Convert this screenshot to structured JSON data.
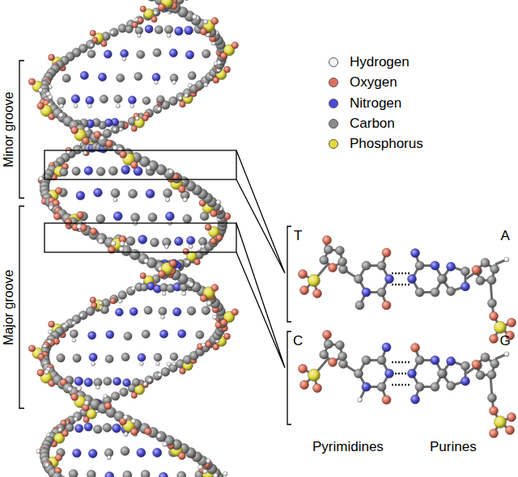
{
  "diagram": {
    "labels": [
      "Minor groove",
      "Major groove",
      "T",
      "A",
      "C",
      "G",
      "Pyrimidines",
      "Purines"
    ],
    "legend": [
      {
        "text": "Hydrogen",
        "color": "#f4f4f4"
      },
      {
        "text": "Oxygen",
        "color": "#e0705a"
      },
      {
        "text": "Nitrogen",
        "color": "#4b4bd6"
      },
      {
        "text": "Carbon",
        "color": "#8c8c8c"
      },
      {
        "text": "Phosphorus",
        "color": "#e4dc3c"
      }
    ]
  }
}
